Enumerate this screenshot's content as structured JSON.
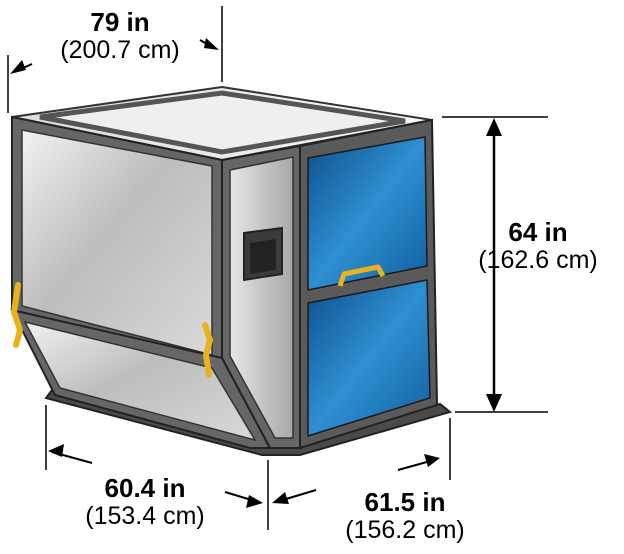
{
  "dimensions": {
    "width_top": {
      "inches": "79 in",
      "cm": "(200.7 cm)"
    },
    "height_right": {
      "inches": "64 in",
      "cm": "(162.6 cm)"
    },
    "depth_left": {
      "inches": "60.4 in",
      "cm": "(153.4 cm)"
    },
    "depth_right": {
      "inches": "61.5 in",
      "cm": "(156.2 cm)"
    }
  },
  "colors": {
    "frame": "#5a5a5a",
    "panel_silver": "#c8c8c8",
    "panel_blue": "#1f6fb0",
    "strap_yellow": "#e8b21f",
    "base_dark": "#4a4a4a"
  }
}
